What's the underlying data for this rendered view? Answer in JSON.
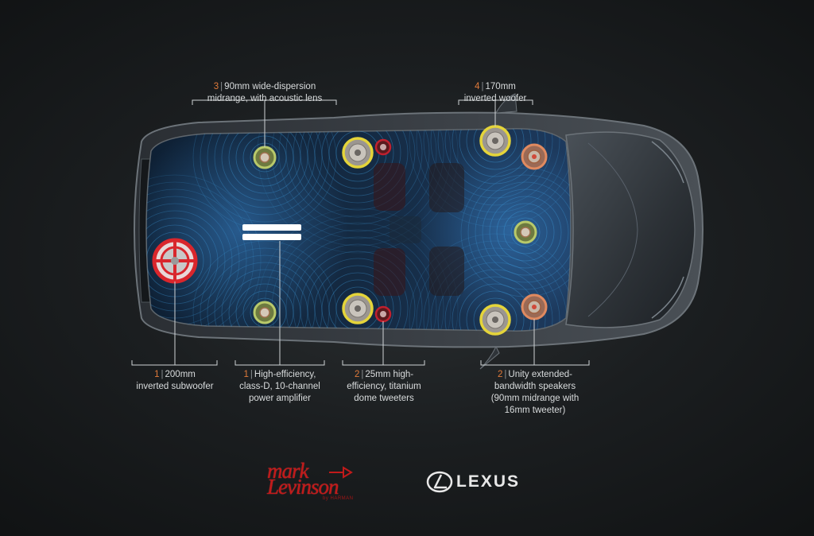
{
  "callouts": {
    "midrange": {
      "num": "3",
      "line1": "90mm wide-dispersion",
      "line2": "midrange, with acoustic lens"
    },
    "woofer": {
      "num": "4",
      "line1": "170mm",
      "line2": "inverted woofer"
    },
    "subwoofer": {
      "num": "1",
      "line1": "200mm",
      "line2": "inverted subwoofer"
    },
    "amplifier": {
      "num": "1",
      "line1": "High-efficiency,",
      "line2": "class-D, 10-channel",
      "line3": "power amplifier"
    },
    "tweeters": {
      "num": "2",
      "line1": "25mm high-",
      "line2": "efficiency, titanium",
      "line3": "dome tweeters"
    },
    "unity": {
      "num": "2",
      "line1": "Unity extended-",
      "line2": "bandwidth speakers",
      "line3": "(90mm midrange with",
      "line4": "16mm tweeter)"
    }
  },
  "logos": {
    "mark_levinson": {
      "line1": "mark",
      "line2": "Levinson",
      "sub": "by HARMAN"
    },
    "lexus": "LEXUS"
  },
  "colors": {
    "accent_number": "#e07a3a",
    "subwoofer_red": "#d9262c",
    "woofer_yellow": "#e4d43a",
    "midrange_green": "#b8c96a",
    "tweeter_red": "#c0202e",
    "unity_orange": "#e08a60",
    "soundwave_blue": "#3f9fe0"
  }
}
